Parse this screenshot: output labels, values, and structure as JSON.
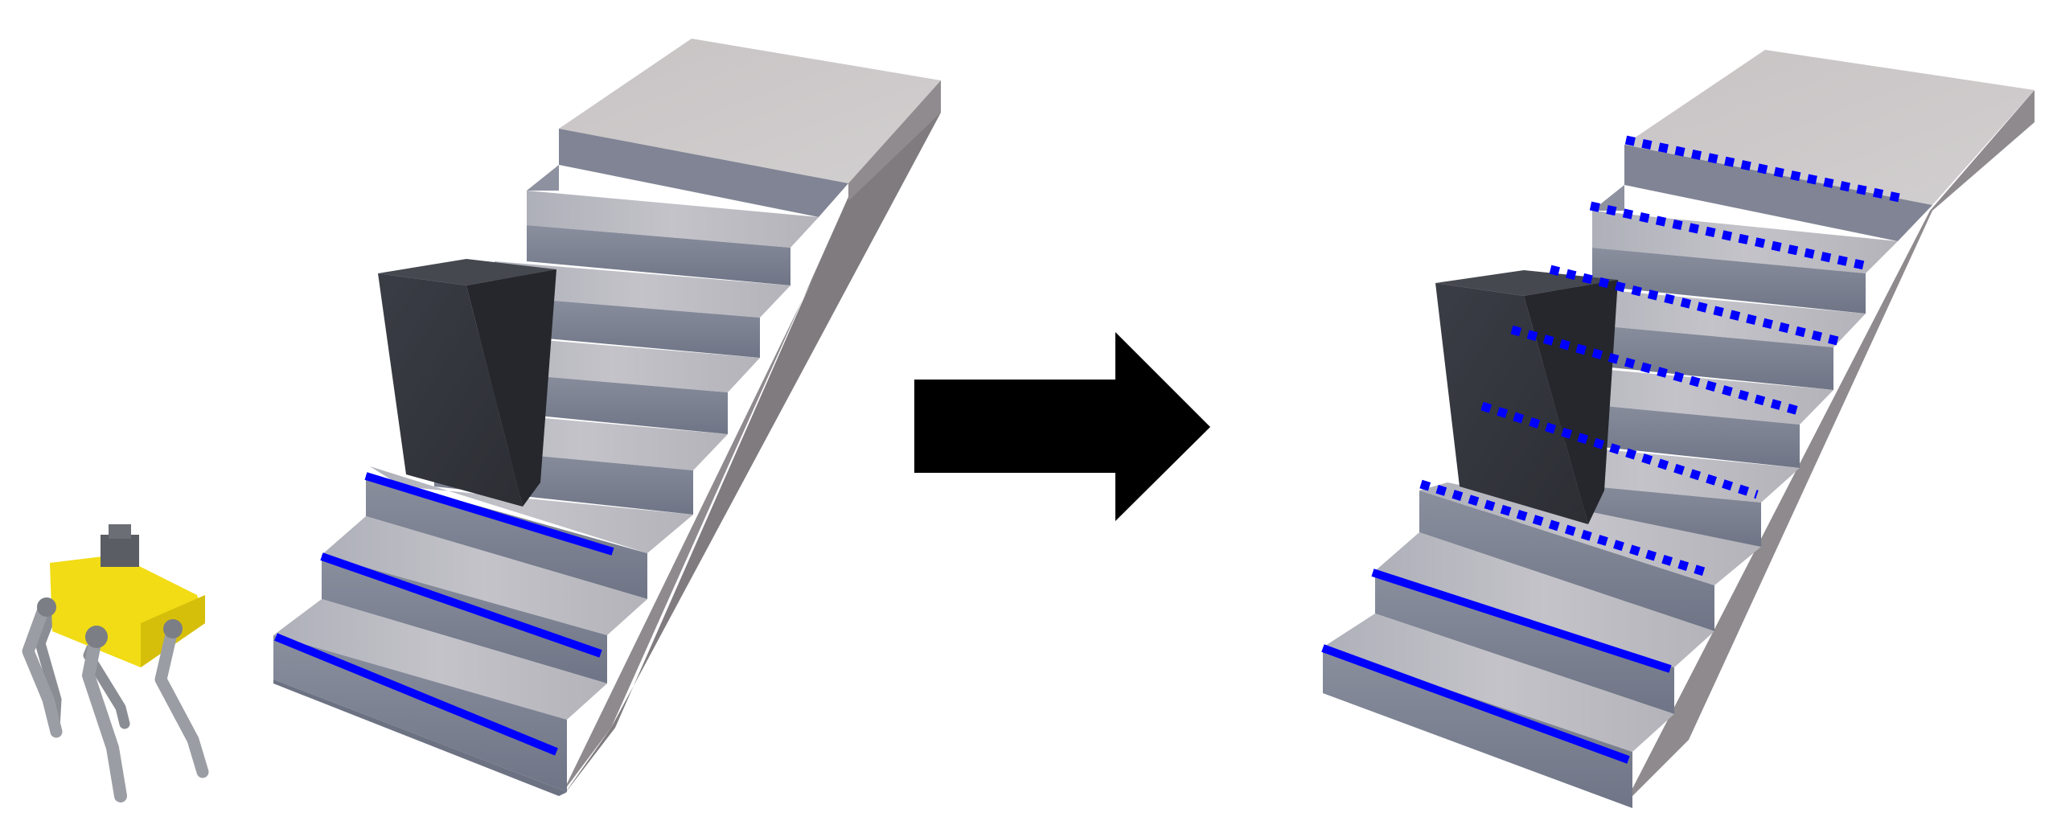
{
  "figure": {
    "background_color": "#ffffff",
    "panels": [
      {
        "id": "before",
        "obstacle": "box",
        "edges_observed": 3,
        "edges_inferred": 0
      },
      {
        "id": "after",
        "obstacle": "box",
        "edges_observed": 2,
        "edges_inferred": 6
      }
    ],
    "arrow": {
      "direction": "right",
      "color": "#000000"
    },
    "robot": {
      "type": "quadruped-robot",
      "body_color": "#f5e11c",
      "leg_color": "#8e9196"
    },
    "colors": {
      "edge_line": "#0000ff",
      "box_front": "#33363d",
      "box_side": "#26282d",
      "box_top": "#44474e",
      "tread": "#b8b9c0",
      "riser": "#7d8394",
      "stringer": "#8f8b8e",
      "landing": "#c9c5c6"
    }
  }
}
